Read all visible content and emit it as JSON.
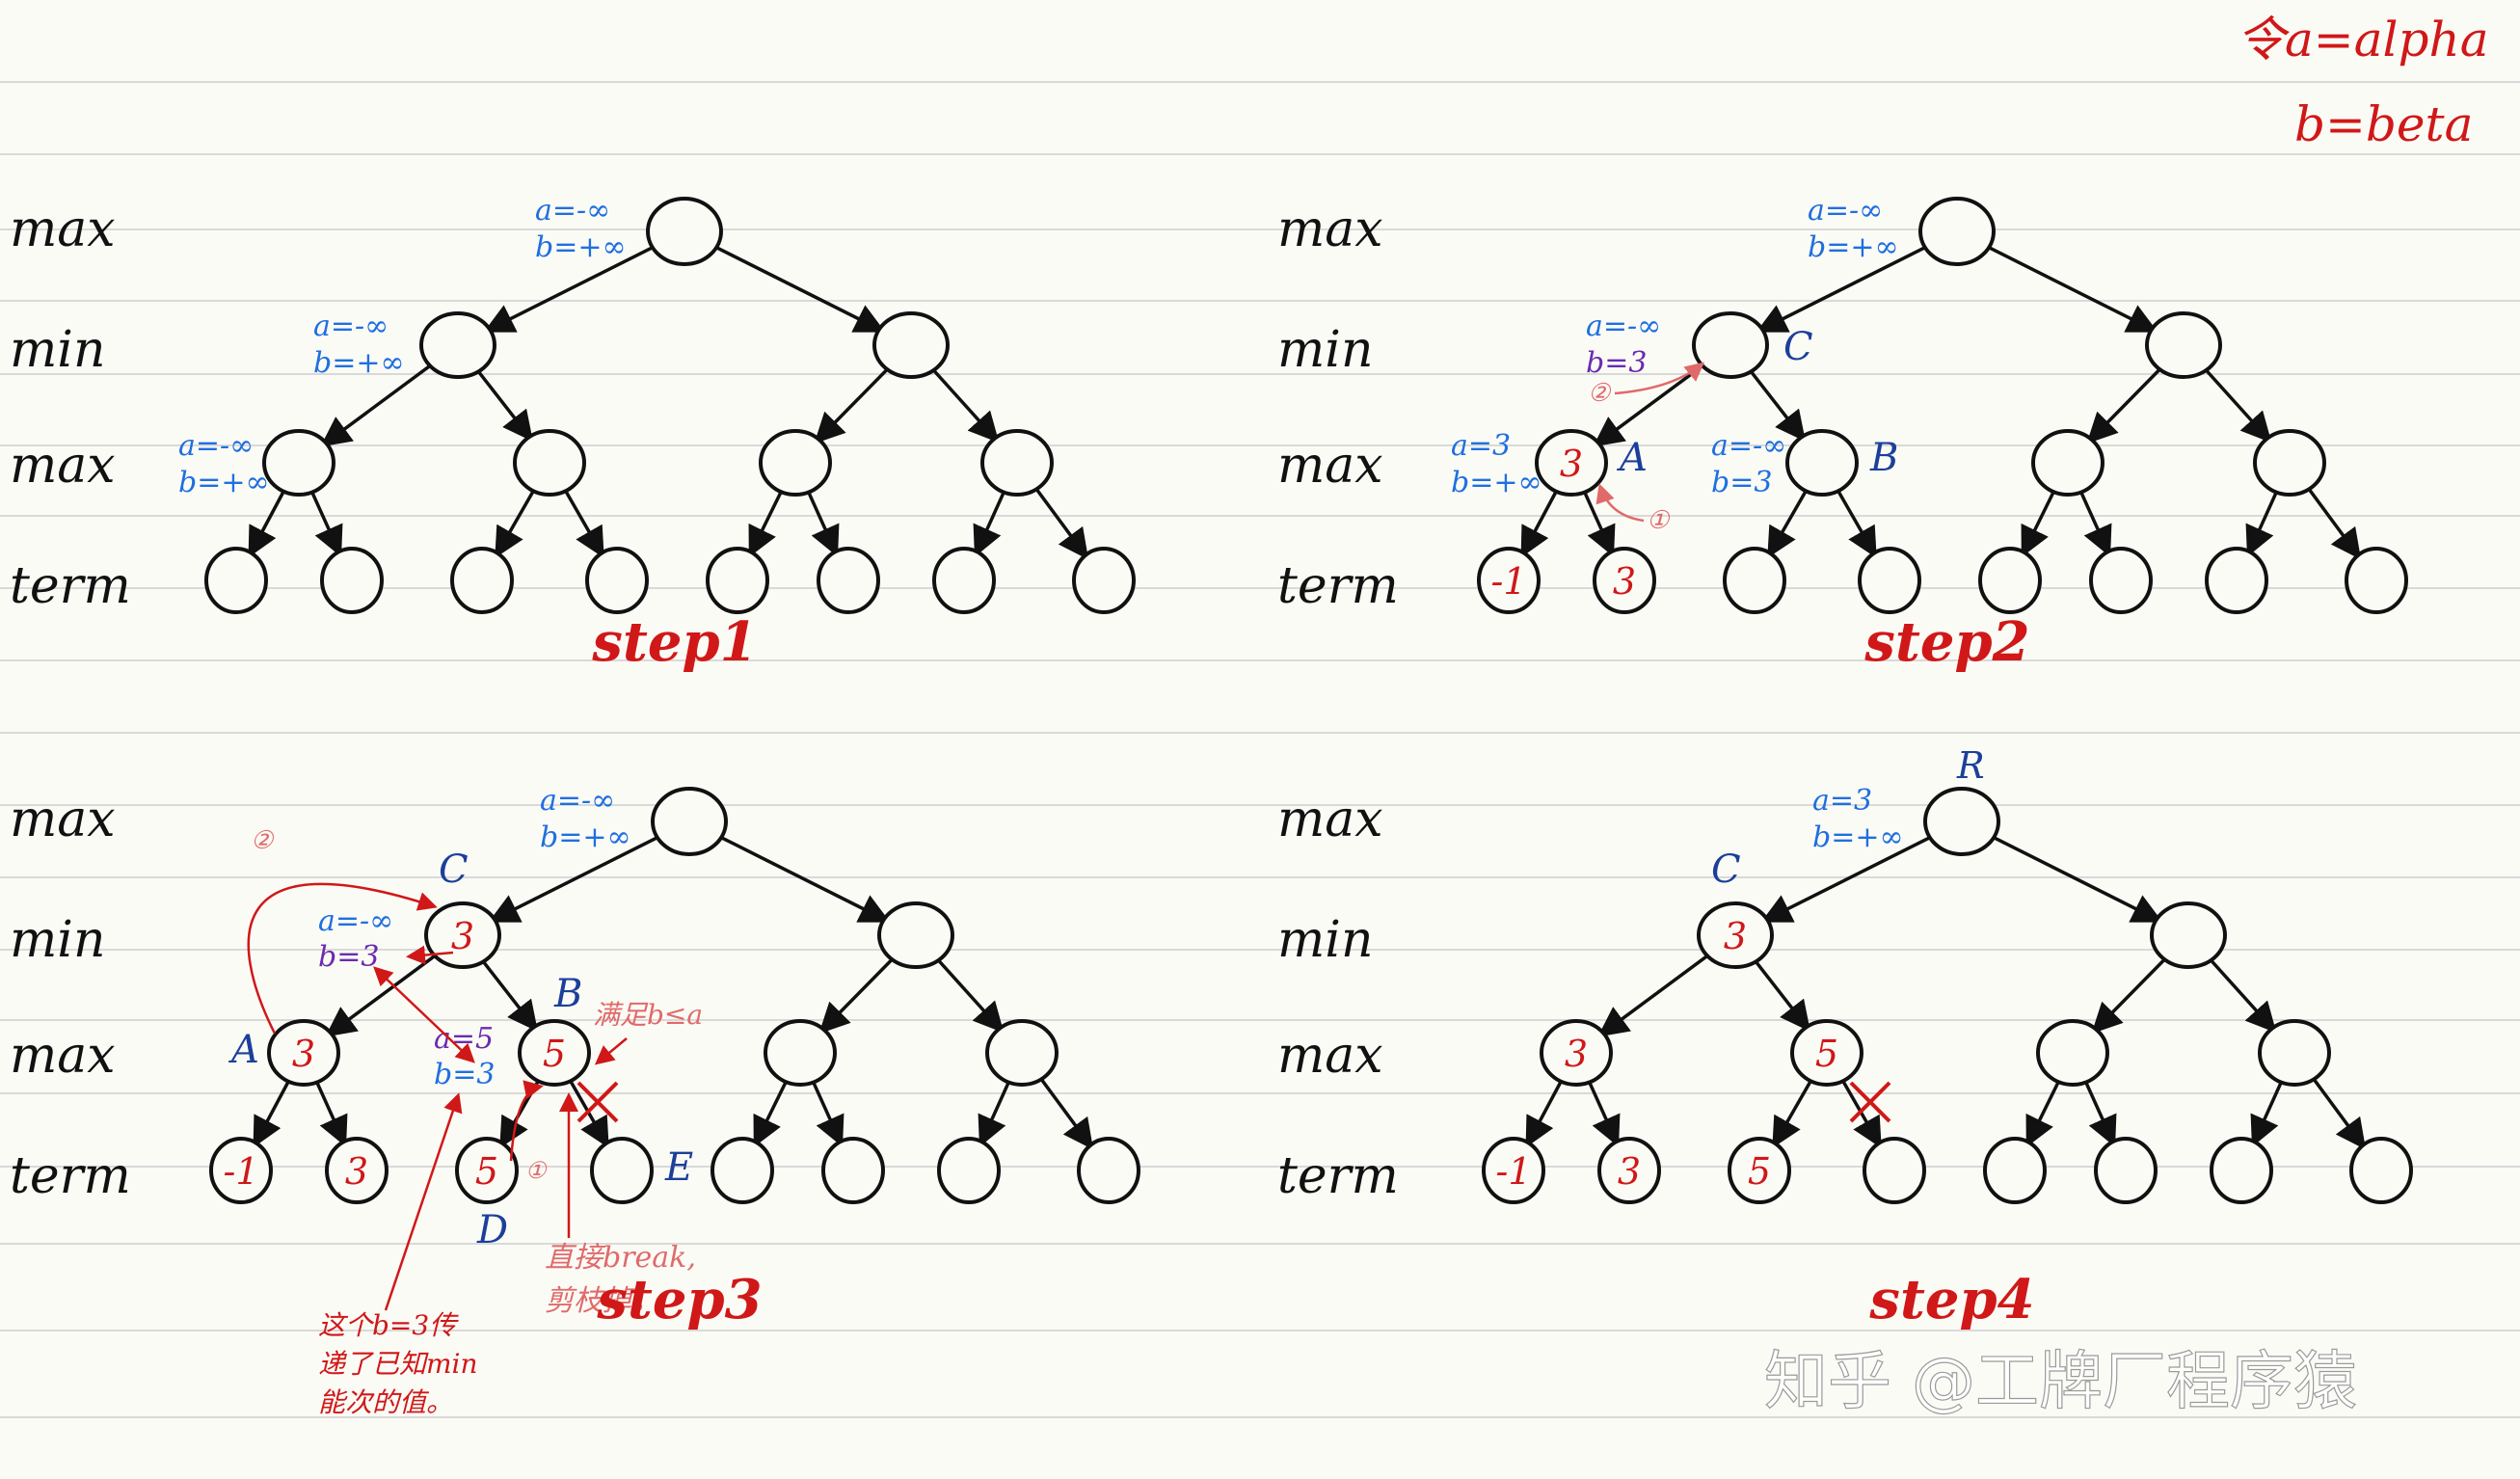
{
  "legend": {
    "line1": "令a=alpha",
    "line2": "b=beta"
  },
  "colors": {
    "ink": "#111111",
    "red": "#d01818",
    "blue": "#1f6fe0",
    "navy": "#1b3f9a",
    "purple": "#6a2bb0",
    "pink": "#e06a6a",
    "rule": "#d9d9d9"
  },
  "level_labels": [
    "max",
    "min",
    "max",
    "term"
  ],
  "panels": [
    {
      "id": "step1",
      "title": "step1",
      "root_ann": {
        "a": "a=-∞",
        "b": "b=+∞"
      },
      "min_ann": {
        "a": "a=-∞",
        "b": "b=+∞"
      },
      "max_ann": {
        "a": "a=-∞",
        "b": "b=+∞"
      },
      "mins": [
        "",
        ""
      ],
      "maxs": [
        "",
        "",
        "",
        ""
      ],
      "terms": [
        "",
        "",
        "",
        "",
        "",
        "",
        "",
        ""
      ],
      "letters": {}
    },
    {
      "id": "step2",
      "title": "step2",
      "root_ann": {
        "a": "a=-∞",
        "b": "b=+∞"
      },
      "min_ann": {
        "a": "a=-∞",
        "b": "b=3"
      },
      "max_ann": {
        "a": "a=3",
        "b": "b=+∞"
      },
      "max2_ann": {
        "a": "a=-∞",
        "b": "b=3"
      },
      "mins": [
        "",
        ""
      ],
      "maxs": [
        "3",
        "",
        "",
        ""
      ],
      "terms": [
        "-1",
        "3",
        "",
        "",
        "",
        "",
        "",
        ""
      ],
      "letters": {
        "C": "C",
        "A": "A",
        "B": "B"
      },
      "steps": {
        "one": "①",
        "two": "②"
      }
    },
    {
      "id": "step3",
      "title": "step3",
      "root_ann": {
        "a": "a=-∞",
        "b": "b=+∞"
      },
      "min_ann": {
        "a": "a=-∞",
        "b": "b=3"
      },
      "max2_ann": {
        "a": "a=5",
        "b": "b=3"
      },
      "mins": [
        "3",
        ""
      ],
      "maxs": [
        "3",
        "5",
        "",
        ""
      ],
      "terms": [
        "-1",
        "3",
        "5",
        "",
        "",
        "",
        "",
        ""
      ],
      "letters": {
        "C": "C",
        "A": "A",
        "B": "B",
        "D": "D",
        "E": "E"
      },
      "steps": {
        "one": "①",
        "two": "②"
      },
      "notes": {
        "cond": "满足b≤a",
        "cut1": "直接break,",
        "cut2": "剪枝掉。",
        "pass1": "这个b=3传",
        "pass2": "递了已知min",
        "pass3": "能次的值。"
      }
    },
    {
      "id": "step4",
      "title": "step4",
      "root_ann": {
        "a": "a=3",
        "b": "b=+∞"
      },
      "mins": [
        "3",
        ""
      ],
      "maxs": [
        "3",
        "5",
        "",
        ""
      ],
      "terms": [
        "-1",
        "3",
        "5",
        "",
        "",
        "",
        "",
        ""
      ],
      "letters": {
        "C": "C",
        "R": "R"
      }
    }
  ],
  "watermark": "知乎 @工牌厂程序猿"
}
